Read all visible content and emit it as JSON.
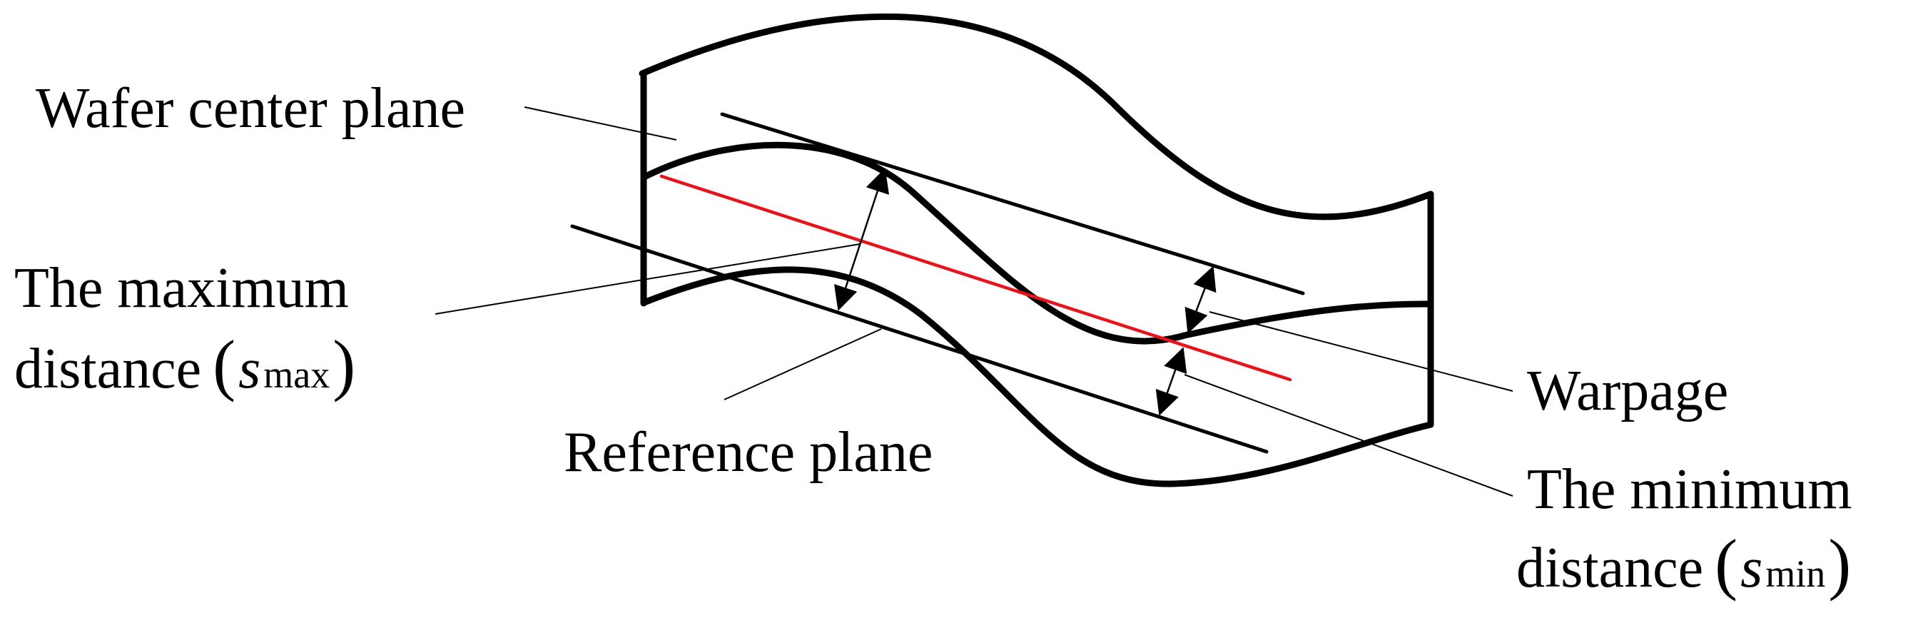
{
  "labels": {
    "wafer_center_plane": "Wafer center plane",
    "max_distance_line1": "The maximum",
    "max_distance_line2": "distance",
    "reference_plane": "Reference plane",
    "warpage": "Warpage",
    "min_distance_line1": "The minimum",
    "min_distance_line2": "distance",
    "s_symbol": "s",
    "max_subscript": "max",
    "min_subscript": "min",
    "paren_open": "(",
    "paren_close": ")"
  },
  "colors": {
    "outline": "#000000",
    "center_plane": "#e8141c",
    "background": "#ffffff"
  }
}
